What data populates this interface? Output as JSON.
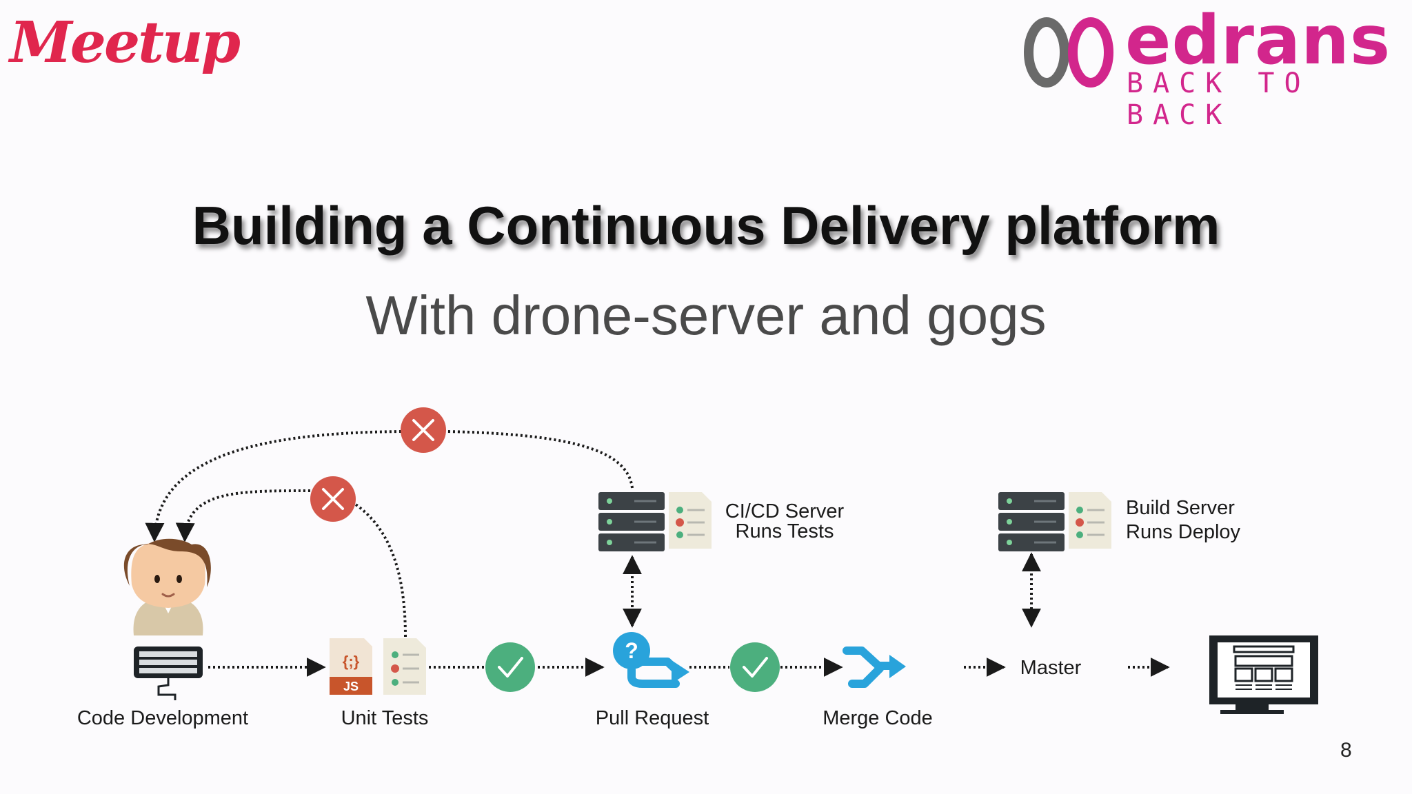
{
  "logos": {
    "meetup": "Meetup",
    "edrans_word": "edrans",
    "edrans_tagline": "BACK TO BACK"
  },
  "slide": {
    "title": "Building a Continuous Delivery platform",
    "subtitle": "With drone-server and gogs",
    "page_number": "8"
  },
  "diagram": {
    "steps": {
      "code_development": "Code Development",
      "unit_tests": "Unit Tests",
      "pull_request": "Pull Request",
      "merge_code": "Merge Code",
      "master": "Master"
    },
    "servers": {
      "ci_line1": "CI/CD Server",
      "ci_line2": "Runs Tests",
      "build_line1": "Build Server",
      "build_line2": "Runs Deploy"
    },
    "icons": {
      "js_label": "JS",
      "js_braces": "{;}",
      "question": "?"
    }
  },
  "colors": {
    "fail_red": "#d4574a",
    "pass_green": "#4caf7e",
    "git_blue": "#29a3db",
    "server_dark": "#3c4246",
    "brand_pink": "#d2268c",
    "meetup_red": "#e0264d"
  }
}
